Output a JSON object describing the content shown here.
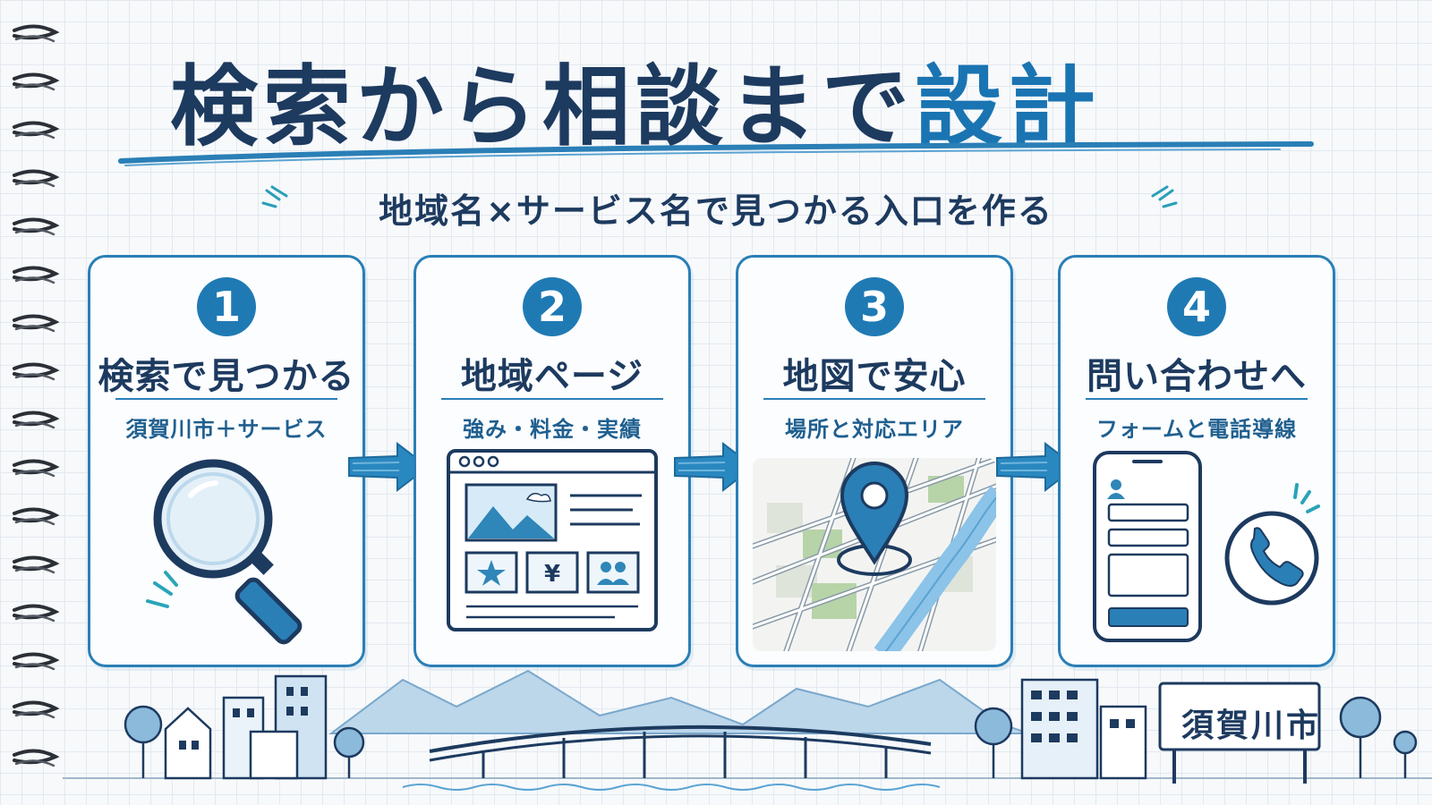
{
  "title": {
    "main": "検索から相談まで",
    "accent": "設計"
  },
  "subtitle": "地域名×サービス名で見つかる入口を作る",
  "steps": [
    {
      "number": "1",
      "title": "検索で見つかる",
      "subtitle": "須賀川市＋サービス",
      "icon": "magnifier-icon"
    },
    {
      "number": "2",
      "title": "地域ページ",
      "subtitle": "強み・料金・実績",
      "icon": "webpage-icon"
    },
    {
      "number": "3",
      "title": "地図で安心",
      "subtitle": "場所と対応エリア",
      "icon": "map-pin-icon"
    },
    {
      "number": "4",
      "title": "問い合わせへ",
      "subtitle": "フォームと電話導線",
      "icon": "phone-form-icon"
    }
  ],
  "webpage_tiles": {
    "yen": "¥"
  },
  "sign": "須賀川市",
  "colors": {
    "accent": "#1a74b2",
    "navy": "#1d3a5f",
    "border": "#2a7fb6",
    "fill_light": "#bfdcf0",
    "green": "#b7d3a8"
  }
}
